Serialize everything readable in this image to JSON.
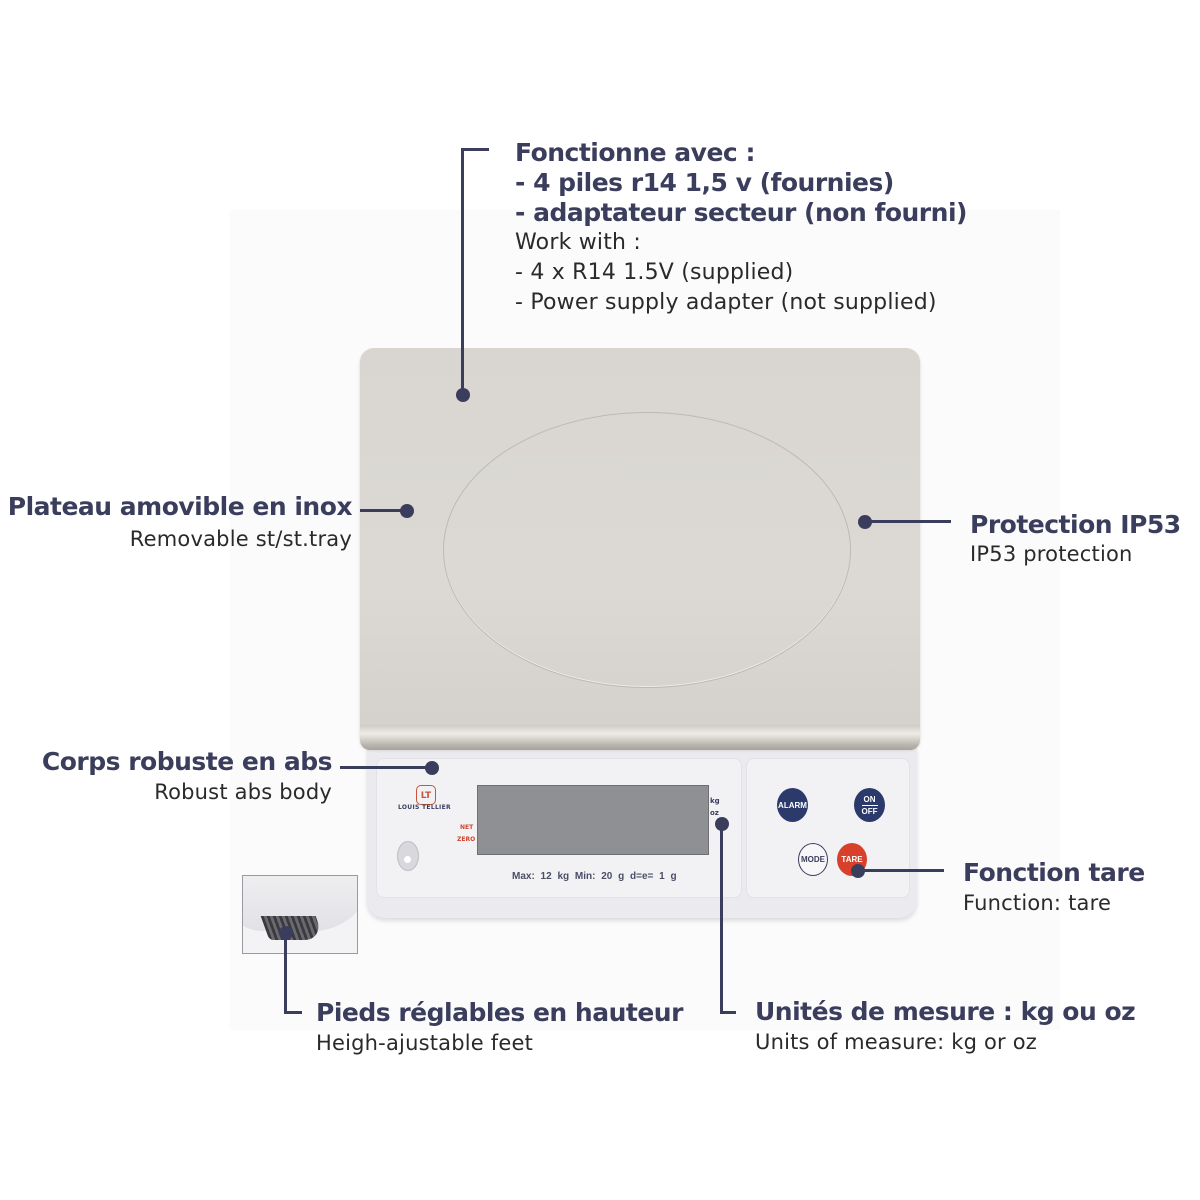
{
  "callouts": {
    "power": {
      "title_fr_lines": [
        "Fonctionne avec :",
        "- 4 piles r14 1,5 v (fournies)",
        "- adaptateur secteur (non fourni)"
      ],
      "title_en_lines": [
        "Work with :",
        "- 4 x R14 1.5V (supplied)",
        "- Power supply adapter (not supplied)"
      ]
    },
    "tray": {
      "title_fr": "Plateau amovible en inox",
      "title_en": "Removable st/st.tray"
    },
    "protection": {
      "title_fr": "Protection IP53",
      "title_en": "IP53 protection"
    },
    "body": {
      "title_fr": "Corps robuste en abs",
      "title_en": "Robust abs body"
    },
    "tare": {
      "title_fr": "Fonction tare",
      "title_en": "Function: tare"
    },
    "feet": {
      "title_fr": "Pieds réglables en hauteur",
      "title_en": "Heigh-ajustable feet"
    },
    "units": {
      "title_fr": "Unités de mesure : kg ou oz",
      "title_en": "Units of measure: kg or oz"
    }
  },
  "scale": {
    "brand_logo": "LT",
    "brand_name": "LOUIS TELLIER",
    "indicators": [
      "NET",
      "ZERO"
    ],
    "units": [
      "kg",
      "oz"
    ],
    "specs": "Max: 12 kg  Min: 20 g  d=e= 1 g",
    "buttons": {
      "alarm": "ALARM",
      "on": "ON",
      "off": "OFF",
      "mode": "MODE",
      "tare": "TARE"
    }
  },
  "colors": {
    "callout_navy": "#3a3d5c",
    "button_navy": "#2c3a6b",
    "tare_red": "#d9402b",
    "indicator_red": "#d0462c"
  }
}
